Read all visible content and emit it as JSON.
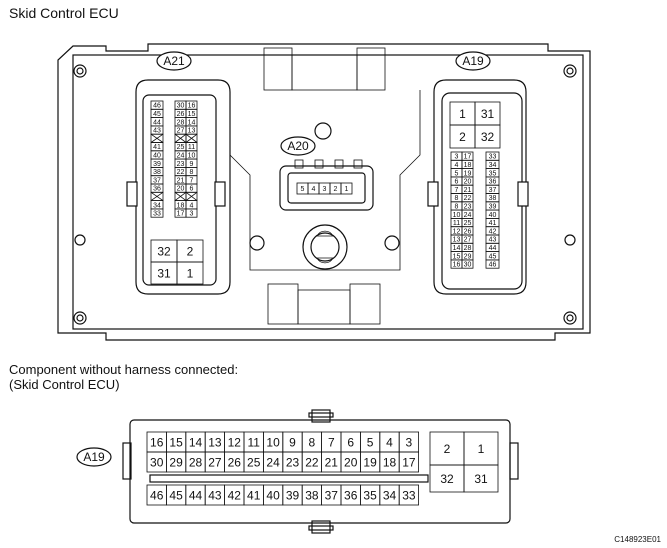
{
  "title": "Skid Control ECU",
  "subtitle_line1": "Component without harness connected:",
  "subtitle_line2": "(Skid Control ECU)",
  "figure_code": "C148923E01",
  "connectors": {
    "a21_label": "A21",
    "a20_label": "A20",
    "a19_label": "A19",
    "a19_detail_label": "A19"
  },
  "a21_pins": {
    "left": [
      "46",
      "45",
      "44",
      "43",
      "",
      "41",
      "40",
      "39",
      "38",
      "37",
      "36",
      "",
      "34",
      "33"
    ],
    "right": [
      [
        "30",
        "16"
      ],
      [
        "26",
        "15"
      ],
      [
        "28",
        "14"
      ],
      [
        "27",
        "13"
      ],
      [
        "",
        ""
      ],
      [
        "25",
        "11"
      ],
      [
        "24",
        "10"
      ],
      [
        "23",
        "9"
      ],
      [
        "22",
        "8"
      ],
      [
        "21",
        "7"
      ],
      [
        "20",
        "6"
      ],
      [
        "",
        ""
      ],
      [
        "18",
        "4"
      ],
      [
        "17",
        "3"
      ]
    ],
    "big": [
      [
        "32",
        "2"
      ],
      [
        "31",
        "1"
      ]
    ]
  },
  "a20_pins": [
    "5",
    "4",
    "3",
    "2",
    "1"
  ],
  "a19_top_pins": {
    "big": [
      [
        "1",
        "31"
      ],
      [
        "2",
        "32"
      ]
    ],
    "rows": [
      [
        "3",
        "17",
        "33"
      ],
      [
        "4",
        "18",
        "34"
      ],
      [
        "5",
        "19",
        "35"
      ],
      [
        "6",
        "20",
        "36"
      ],
      [
        "7",
        "21",
        "37"
      ],
      [
        "8",
        "22",
        "38"
      ],
      [
        "8",
        "23",
        "39"
      ],
      [
        "10",
        "24",
        "40"
      ],
      [
        "11",
        "25",
        "41"
      ],
      [
        "12",
        "26",
        "42"
      ],
      [
        "13",
        "27",
        "43"
      ],
      [
        "14",
        "28",
        "44"
      ],
      [
        "15",
        "29",
        "45"
      ],
      [
        "16",
        "30",
        "46"
      ]
    ]
  },
  "a19_detail": {
    "row1": [
      "16",
      "15",
      "14",
      "13",
      "12",
      "11",
      "10",
      "9",
      "8",
      "7",
      "6",
      "5",
      "4",
      "3"
    ],
    "row2": [
      "30",
      "29",
      "28",
      "27",
      "26",
      "25",
      "24",
      "23",
      "22",
      "21",
      "20",
      "19",
      "18",
      "17"
    ],
    "row3": [
      "46",
      "45",
      "44",
      "43",
      "42",
      "41",
      "40",
      "39",
      "38",
      "37",
      "36",
      "35",
      "34",
      "33"
    ],
    "right_top": [
      "2",
      "1"
    ],
    "right_bottom": [
      "32",
      "31"
    ]
  }
}
